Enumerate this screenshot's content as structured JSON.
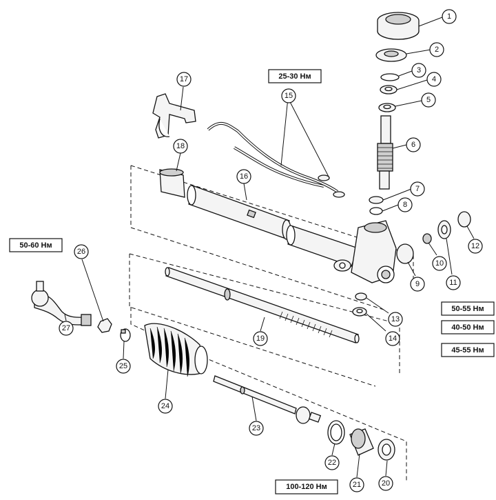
{
  "callouts": {
    "c1": "1",
    "c2": "2",
    "c3": "3",
    "c4": "4",
    "c5": "5",
    "c6": "6",
    "c7": "7",
    "c8": "8",
    "c9": "9",
    "c10": "10",
    "c11": "11",
    "c12": "12",
    "c13": "13",
    "c14": "14",
    "c15": "15",
    "c16": "16",
    "c17": "17",
    "c18": "18",
    "c19": "19",
    "c20": "20",
    "c21": "21",
    "c22": "22",
    "c23": "23",
    "c24": "24",
    "c25": "25",
    "c26": "26",
    "c27": "27"
  },
  "torque": {
    "t_25_30": "25-30 Нм",
    "t_50_60": "50-60 Нм",
    "t_50_55": "50-55 Нм",
    "t_40_50": "40-50 Нм",
    "t_45_55": "45-55 Нм",
    "t_100_120": "100-120 Нм"
  }
}
